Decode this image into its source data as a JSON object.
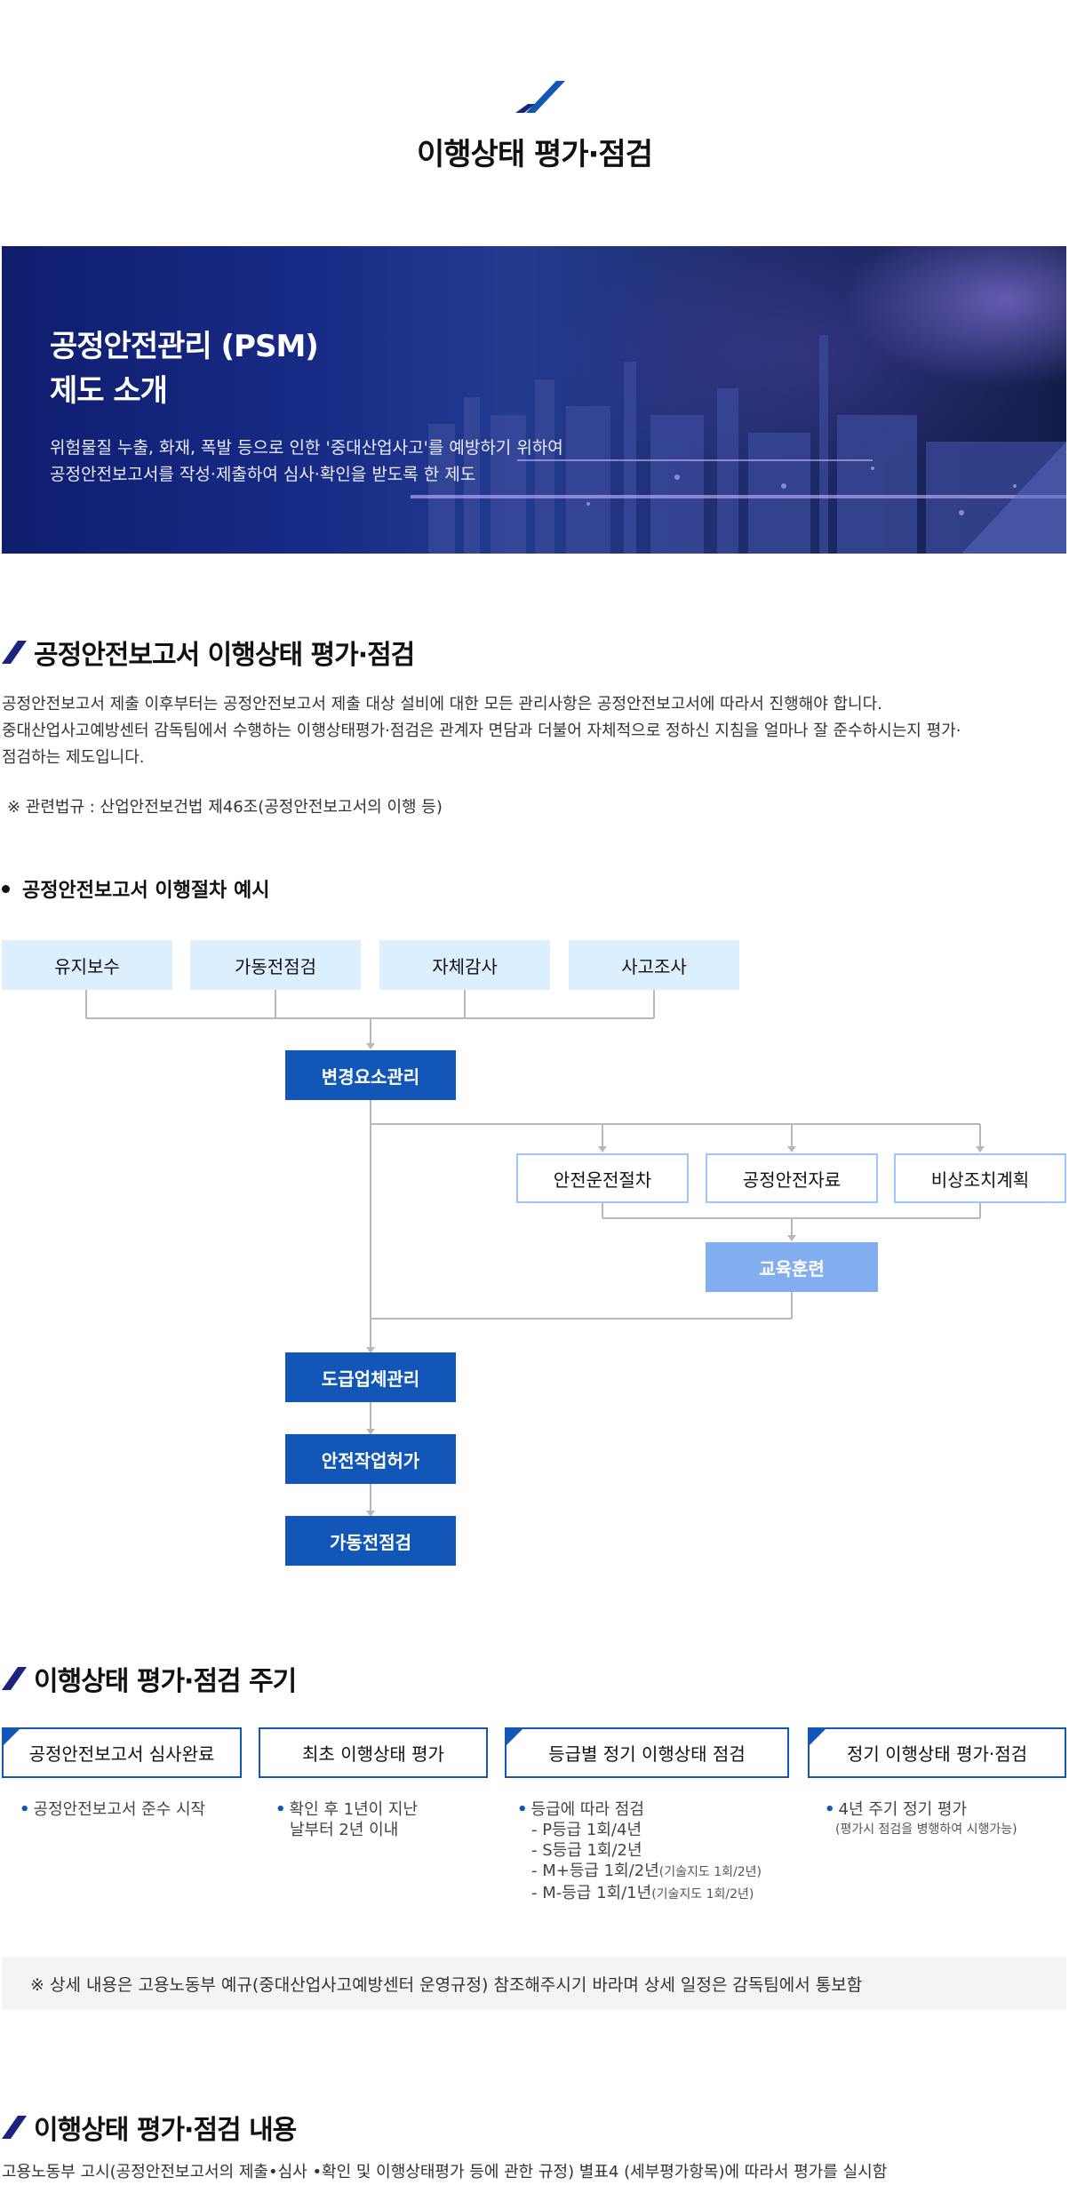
{
  "header": {
    "title": "이행상태 평가·점검"
  },
  "banner": {
    "title_line1": "공정안전관리 (PSM)",
    "title_line2": "제도 소개",
    "desc_line1": "위험물질 누출, 화재, 폭발 등으로 인한 '중대산업사고'를 예방하기 위하여",
    "desc_line2": "공정안전보고서를 작성·제출하여 심사·확인을 받도록 한 제도"
  },
  "section1": {
    "title": "공정안전보고서 이행상태 평가·점검",
    "para_line1": "공정안전보고서 제출 이후부터는 공정안전보고서 제출 대상 설비에 대한 모든 관리사항은 공정안전보고서에 따라서 진행해야 합니다.",
    "para_line2": "중대산업사고예방센터 감독팀에서 수행하는 이행상태평가·점검은 관계자 면담과 더불어 자체적으로 정하신 지침을 얼마나 잘 준수하시는지 평가·",
    "para_line3": "점검하는 제도입니다.",
    "law_note": "※ 관련법규 : 산업안전보건법 제46조(공정안전보고서의 이행 등)"
  },
  "flow": {
    "title": "공정안전보고서 이행절차 예시",
    "top_boxes": [
      "유지보수",
      "가동전점검",
      "자체감사",
      "사고조사"
    ],
    "change_mgmt": "변경요소관리",
    "mid_boxes": [
      "안전운전절차",
      "공정안전자료",
      "비상조치계획"
    ],
    "training": "교육훈련",
    "bottom_boxes": [
      "도급업체관리",
      "안전작업허가",
      "가동전점검"
    ]
  },
  "section2": {
    "title": "이행상태 평가·점검 주기",
    "cards": [
      {
        "label": "공정안전보고서 심사완료",
        "items": [
          "공정안전보고서 준수 시작"
        ]
      },
      {
        "label": "최초 이행상태 평가",
        "items": [
          "확인 후 1년이 지난",
          "날부터 2년 이내"
        ]
      },
      {
        "label": "등급별 정기 이행상태 점검",
        "items": [
          "등급에 따라 점검",
          "- P등급 1회/4년",
          "- S등급 1회/2년",
          "- M+등급 1회/2년",
          "(기술지도 1회/2년)",
          "- M-등급 1회/1년",
          "(기술지도 1회/2년)"
        ]
      },
      {
        "label": "정기 이행상태 평가·점검",
        "items": [
          "4년 주기 정기 평가",
          "(평가시 점검을 병행하여 시행가능)"
        ]
      }
    ],
    "info": "※ 상세 내용은 고용노동부 예규(중대산업사고예방센터 운영규정) 참조해주시기 바라며 상세 일정은 감독팀에서 통보함"
  },
  "section3": {
    "title": "이행상태 평가·점검 내용",
    "para": "고용노동부 고시(공정안전보고서의 제출•심사 •확인 및 이행상태평가 등에 관한 규정) 별표4 (세부평가항목)에 따라서 평가를 실시함"
  },
  "colors": {
    "accent": "#1257b8",
    "light": "#dcefff",
    "banner": "#172a86"
  }
}
